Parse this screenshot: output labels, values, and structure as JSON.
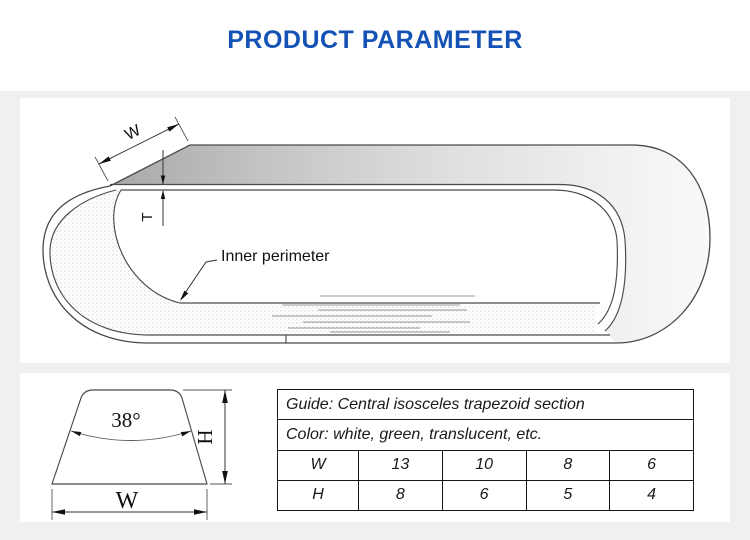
{
  "page": {
    "title": "PRODUCT PARAMETER"
  },
  "belt_diagram": {
    "width_label": "W",
    "thickness_label": "T",
    "inner_perimeter_label": "Inner perimeter"
  },
  "section_diagram": {
    "angle_label": "38°",
    "height_label": "H",
    "width_label": "W"
  },
  "spec_table": {
    "guide_row": "Guide: Central isosceles trapezoid section",
    "color_row": "Color: white, green, translucent, etc.",
    "dimension_rows": [
      {
        "label": "W",
        "values": [
          "13",
          "10",
          "8",
          "6"
        ]
      },
      {
        "label": "H",
        "values": [
          "8",
          "6",
          "5",
          "4"
        ]
      }
    ]
  },
  "colors": {
    "title_blue": "#1552b5",
    "page_band_gray": "#f0f0f0",
    "drawing_line": "#4a4a4a",
    "table_border": "#161616"
  }
}
